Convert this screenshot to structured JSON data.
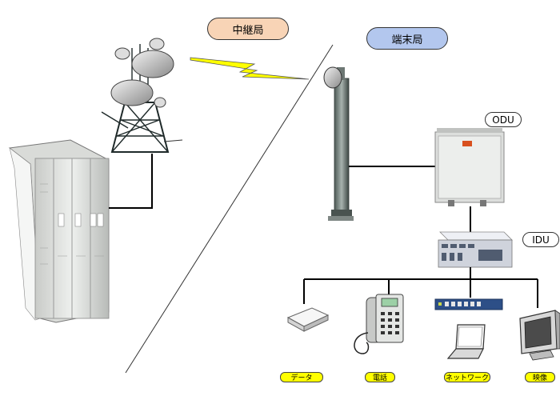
{
  "labels": {
    "relay_station": "中継局",
    "terminal_station": "端末局",
    "odu": "ODU",
    "idu": "IDU"
  },
  "devices": [
    {
      "key": "data",
      "label": "データ"
    },
    {
      "key": "phone",
      "label": "電話"
    },
    {
      "key": "network",
      "label": "ネットワーク"
    },
    {
      "key": "video",
      "label": "映像"
    }
  ],
  "colors": {
    "relay_pill": "#f8d4b6",
    "terminal_pill": "#b3c7ee",
    "device_label": "#ffff00",
    "radio_link": "#ffff00"
  }
}
